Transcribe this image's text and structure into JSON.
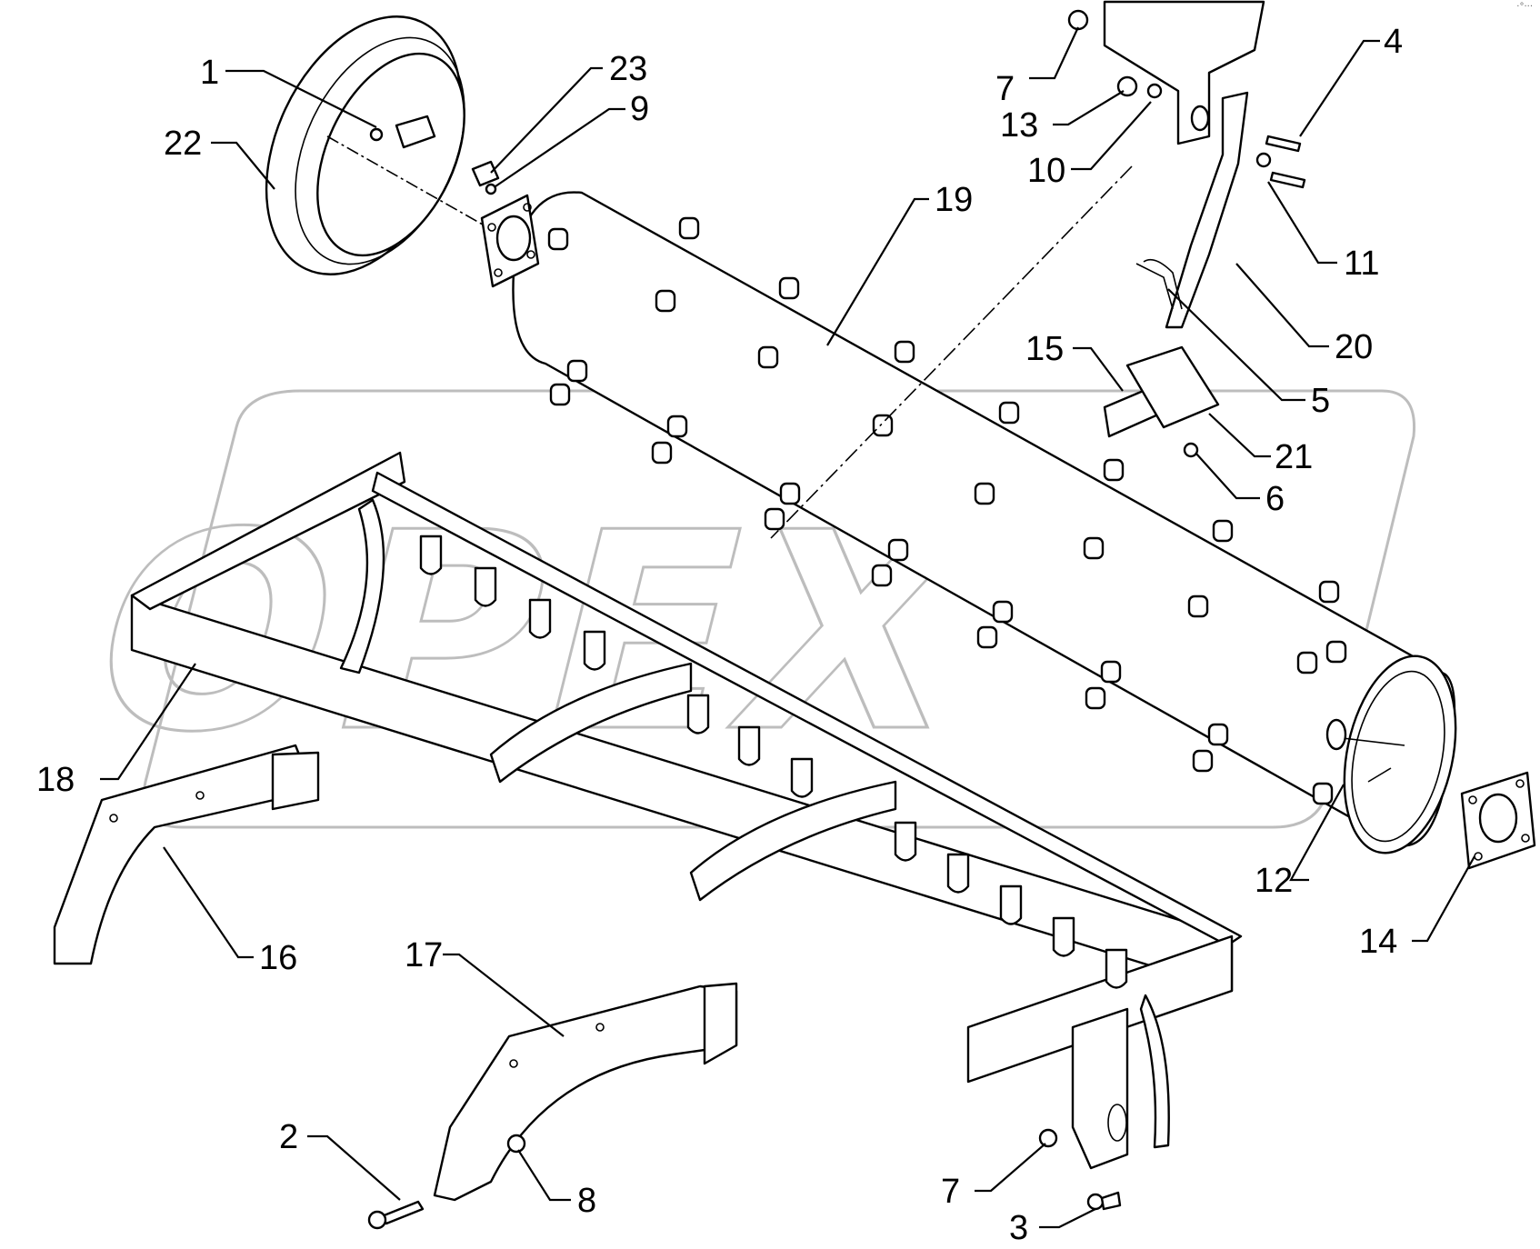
{
  "watermark": {
    "text": "OPEX"
  },
  "corner_mark": "·°···",
  "callouts": [
    {
      "label": "1"
    },
    {
      "label": "22"
    },
    {
      "label": "23"
    },
    {
      "label": "9"
    },
    {
      "label": "7"
    },
    {
      "label": "13"
    },
    {
      "label": "10"
    },
    {
      "label": "4"
    },
    {
      "label": "19"
    },
    {
      "label": "11"
    },
    {
      "label": "20"
    },
    {
      "label": "15"
    },
    {
      "label": "5"
    },
    {
      "label": "21"
    },
    {
      "label": "6"
    },
    {
      "label": "18"
    },
    {
      "label": "12"
    },
    {
      "label": "14"
    },
    {
      "label": "16"
    },
    {
      "label": "17"
    },
    {
      "label": "2"
    },
    {
      "label": "8"
    },
    {
      "label": "7"
    },
    {
      "label": "3"
    }
  ]
}
